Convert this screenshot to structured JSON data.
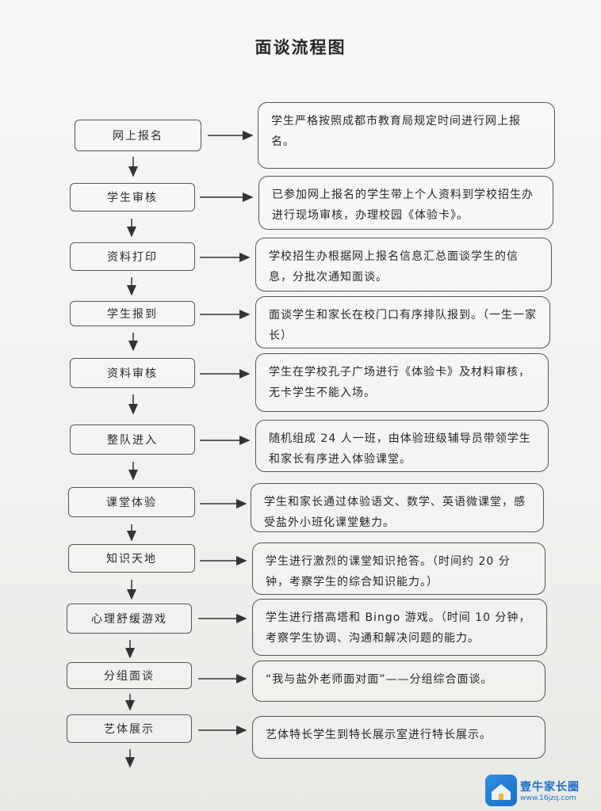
{
  "title": "面谈流程图",
  "steps": [
    {
      "label": "网上报名",
      "desc": "学生严格按照成都市教育局规定时间进行网上报名。"
    },
    {
      "label": "学生审核",
      "desc": "已参加网上报名的学生带上个人资料到学校招生办进行现场审核，办理校园《体验卡》。"
    },
    {
      "label": "资料打印",
      "desc": "学校招生办根据网上报名信息汇总面谈学生的信息，分批次通知面谈。"
    },
    {
      "label": "学生报到",
      "desc": "面谈学生和家长在校门口有序排队报到。（一生一家长）"
    },
    {
      "label": "资料审核",
      "desc": "学生在学校孔子广场进行《体验卡》及材料审核，无卡学生不能入场。"
    },
    {
      "label": "整队进入",
      "desc": "随机组成 24 人一班，由体验班级辅导员带领学生和家长有序进入体验课堂。"
    },
    {
      "label": "课堂体验",
      "desc": "学生和家长通过体验语文、数学、英语微课堂，感受盐外小班化课堂魅力。"
    },
    {
      "label": "知识天地",
      "desc": "学生进行激烈的课堂知识抢答。（时间约 20 分钟，考察学生的综合知识能力。）"
    },
    {
      "label": "心理舒缓游戏",
      "desc": "学生进行搭高塔和 Bingo 游戏。（时间 10 分钟，考察学生协调、沟通和解决问题的能力。"
    },
    {
      "label": "分组面谈",
      "desc": "“我与盐外老师面对面”——分组综合面谈。"
    },
    {
      "label": "艺体展示",
      "desc": "艺体特长学生到特长展示室进行特长展示。"
    }
  ],
  "watermark": {
    "name": "壹牛家长圈",
    "url": "www.16jzq.com"
  }
}
